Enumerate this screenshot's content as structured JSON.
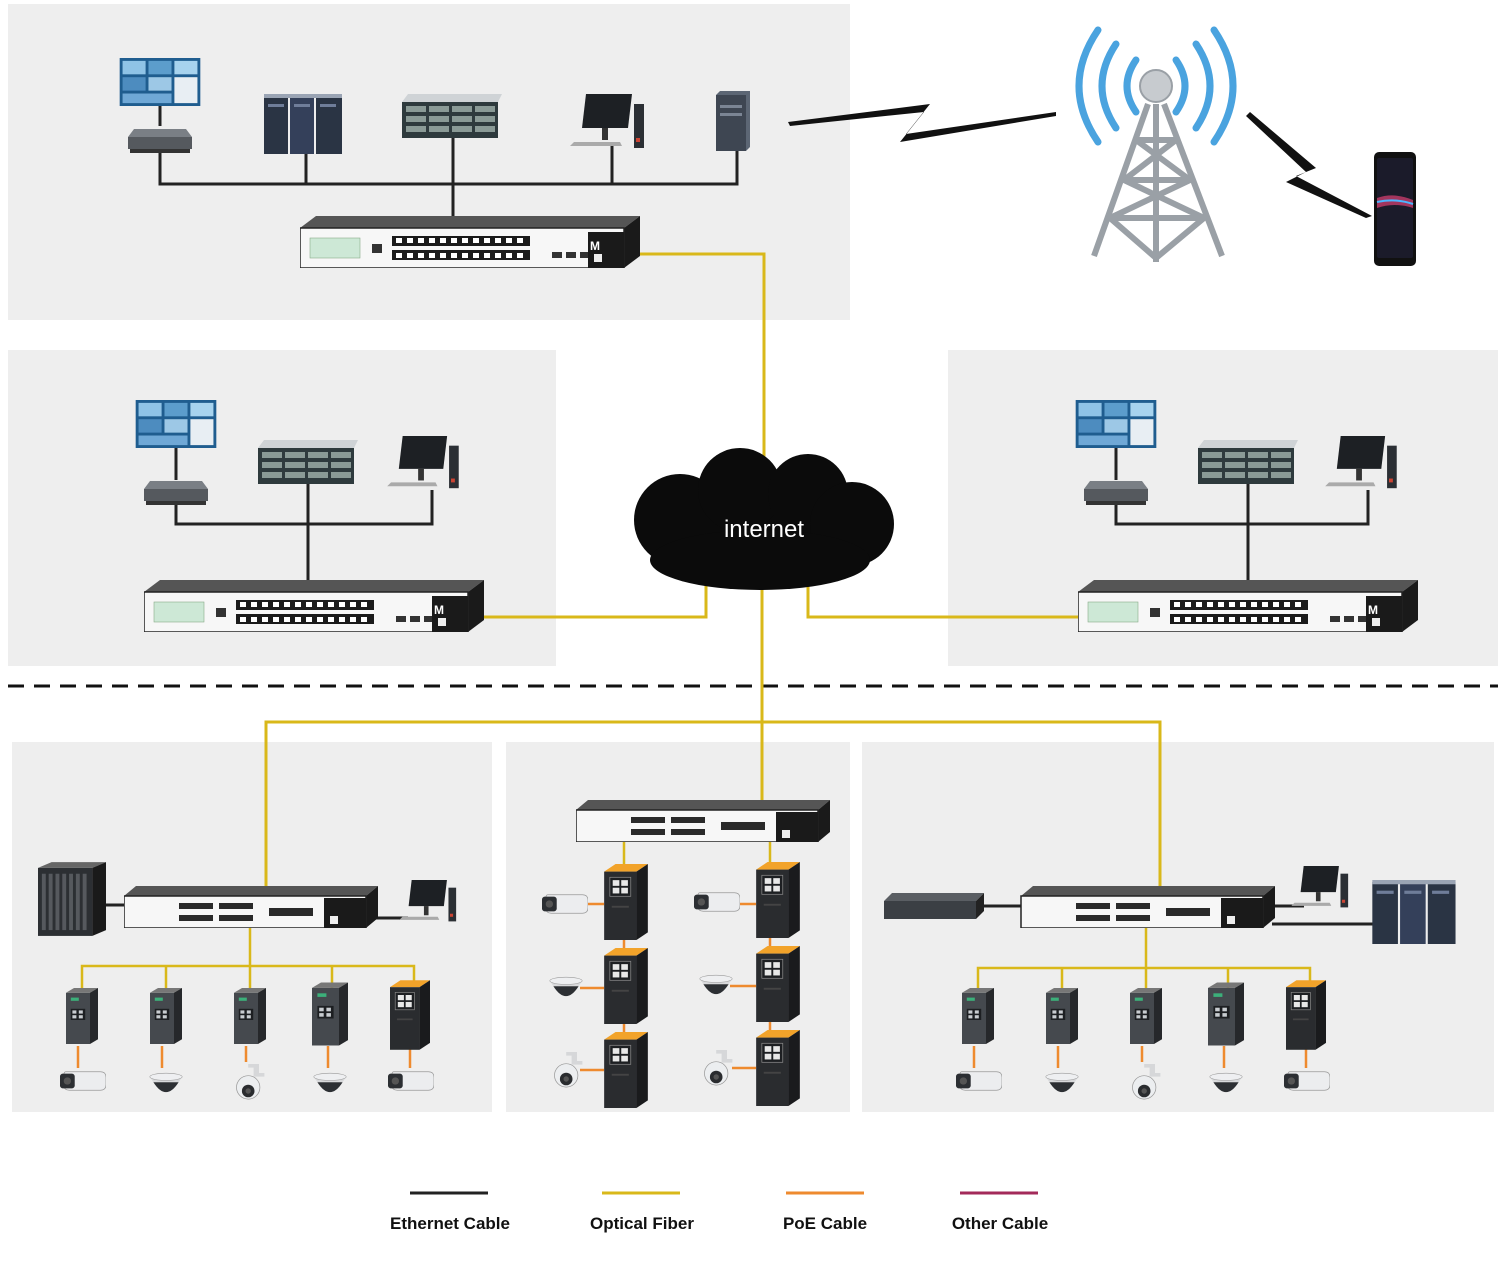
{
  "cloud": {
    "label": "internet"
  },
  "legend": [
    {
      "label": "Ethernet Cable",
      "color": "#222222"
    },
    {
      "label": "Optical Fiber",
      "color": "#d9b81a"
    },
    {
      "label": "PoE Cable",
      "color": "#ee8a2e"
    },
    {
      "label": "Other Cable",
      "color": "#a32a5a"
    }
  ],
  "switch_brand": "M",
  "colors": {
    "panel": "#eeeeee",
    "fiber": "#d9b81a",
    "ethernet": "#222222",
    "poe": "#ee8a2e",
    "tower": "#9aa0a6",
    "signal": "#4aa3df"
  },
  "icons": [
    "video-wall-icon",
    "server-rack-icon",
    "storage-server-icon",
    "monitor-pc-icon",
    "tower-pc-icon",
    "network-switch-icon",
    "cell-tower-icon",
    "smartphone-icon",
    "industrial-switch-icon",
    "bullet-camera-icon",
    "dome-camera-icon",
    "ptz-camera-icon",
    "nvr-icon",
    "chassis-icon"
  ]
}
